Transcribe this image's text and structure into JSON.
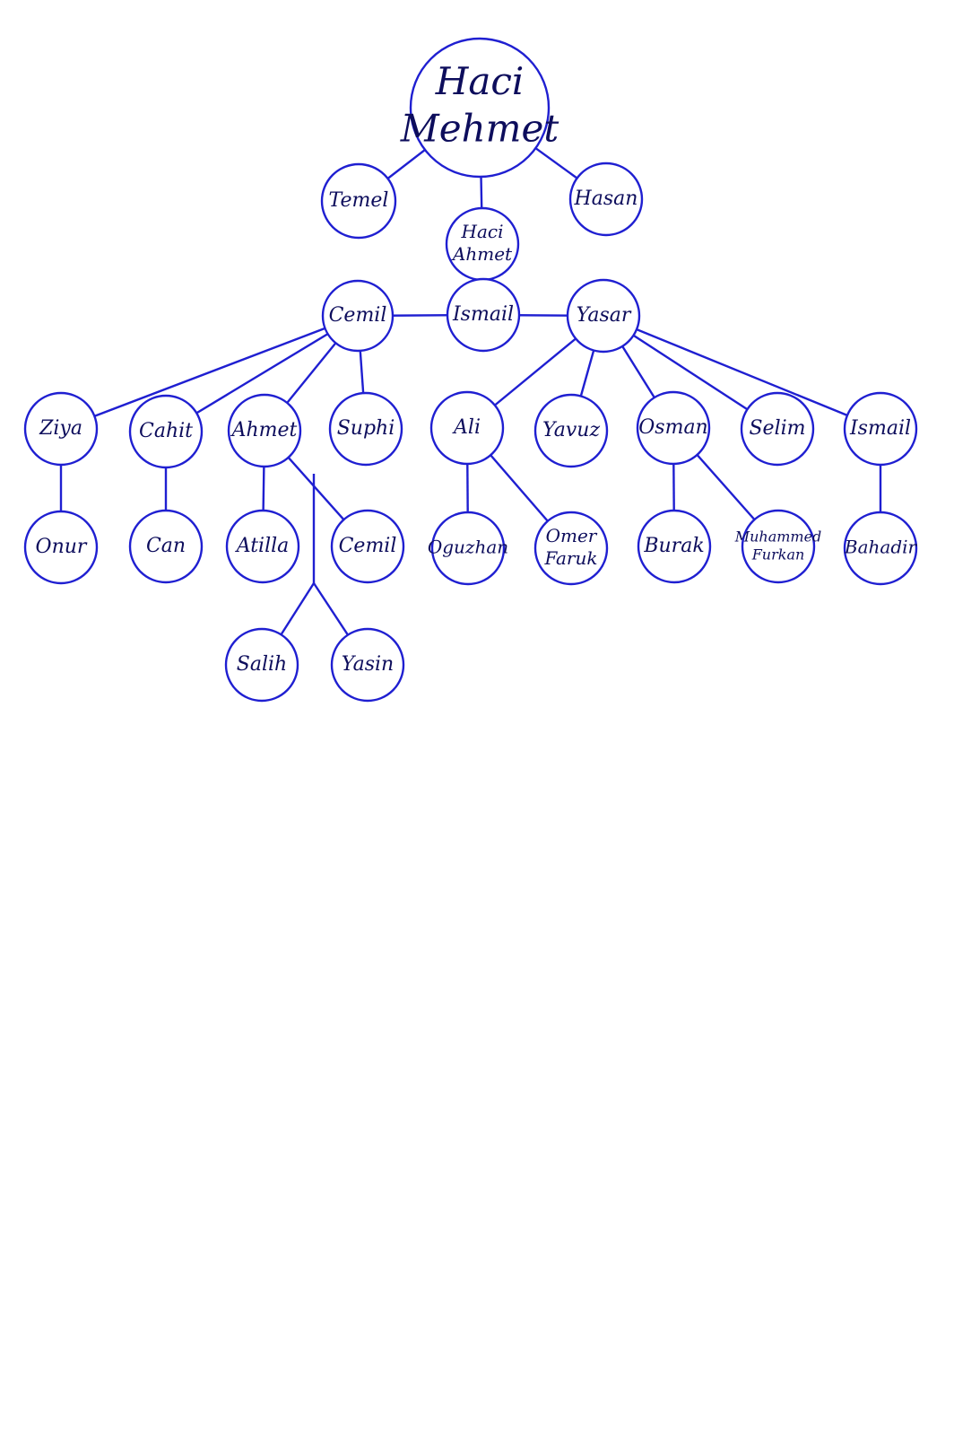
{
  "colors": {
    "line": "#1f1fd1",
    "text": "#0d0d5c",
    "background": "#ffffff"
  },
  "tree": {
    "nodes": [
      {
        "id": "haci-mehmet",
        "lines": [
          "Haci",
          "Mehmet"
        ]
      },
      {
        "id": "temel",
        "lines": [
          "Temel"
        ]
      },
      {
        "id": "haci-ahmet",
        "lines": [
          "Haci",
          "Ahmet"
        ]
      },
      {
        "id": "hasan",
        "lines": [
          "Hasan"
        ]
      },
      {
        "id": "ismail-top",
        "lines": [
          "Ismail"
        ]
      },
      {
        "id": "cemil",
        "lines": [
          "Cemil"
        ]
      },
      {
        "id": "yasar",
        "lines": [
          "Yasar"
        ]
      },
      {
        "id": "ziya",
        "lines": [
          "Ziya"
        ]
      },
      {
        "id": "cahit",
        "lines": [
          "Cahit"
        ]
      },
      {
        "id": "ahmet",
        "lines": [
          "Ahmet"
        ]
      },
      {
        "id": "suphi",
        "lines": [
          "Suphi"
        ]
      },
      {
        "id": "ali",
        "lines": [
          "Ali"
        ]
      },
      {
        "id": "yavuz",
        "lines": [
          "Yavuz"
        ]
      },
      {
        "id": "osman",
        "lines": [
          "Osman"
        ]
      },
      {
        "id": "selim",
        "lines": [
          "Selim"
        ]
      },
      {
        "id": "ismail-right",
        "lines": [
          "Ismail"
        ]
      },
      {
        "id": "onur",
        "lines": [
          "Onur"
        ]
      },
      {
        "id": "can",
        "lines": [
          "Can"
        ]
      },
      {
        "id": "atilla",
        "lines": [
          "Atilla"
        ]
      },
      {
        "id": "cemil-child",
        "lines": [
          "Cemil"
        ]
      },
      {
        "id": "oguzhan",
        "lines": [
          "Oguzhan"
        ]
      },
      {
        "id": "omer-faruk",
        "lines": [
          "Omer",
          "Faruk"
        ]
      },
      {
        "id": "burak",
        "lines": [
          "Burak"
        ]
      },
      {
        "id": "muhammed-furkan",
        "lines": [
          "Muhammed",
          "Furkan"
        ]
      },
      {
        "id": "bahadir",
        "lines": [
          "Bahadir"
        ]
      },
      {
        "id": "salih",
        "lines": [
          "Salih"
        ]
      },
      {
        "id": "yasin",
        "lines": [
          "Yasin"
        ]
      }
    ],
    "edges": [
      [
        "haci-mehmet",
        "temel"
      ],
      [
        "haci-mehmet",
        "haci-ahmet"
      ],
      [
        "haci-mehmet",
        "hasan"
      ],
      [
        "haci-ahmet",
        "ismail-top"
      ],
      [
        "ismail-top",
        "cemil"
      ],
      [
        "ismail-top",
        "yasar"
      ],
      [
        "cemil",
        "ziya"
      ],
      [
        "cemil",
        "cahit"
      ],
      [
        "cemil",
        "ahmet"
      ],
      [
        "cemil",
        "suphi"
      ],
      [
        "yasar",
        "ali"
      ],
      [
        "yasar",
        "yavuz"
      ],
      [
        "yasar",
        "osman"
      ],
      [
        "yasar",
        "selim"
      ],
      [
        "yasar",
        "ismail-right"
      ],
      [
        "ziya",
        "onur"
      ],
      [
        "cahit",
        "can"
      ],
      [
        "ahmet",
        "atilla"
      ],
      [
        "ahmet",
        "cemil-child"
      ],
      [
        "ali",
        "oguzhan"
      ],
      [
        "ali",
        "omer-faruk"
      ],
      [
        "osman",
        "burak"
      ],
      [
        "osman",
        "muhammed-furkan"
      ],
      [
        "ismail-right",
        "bahadir"
      ],
      [
        "ahmet",
        "salih"
      ],
      [
        "ahmet",
        "yasin"
      ]
    ]
  }
}
